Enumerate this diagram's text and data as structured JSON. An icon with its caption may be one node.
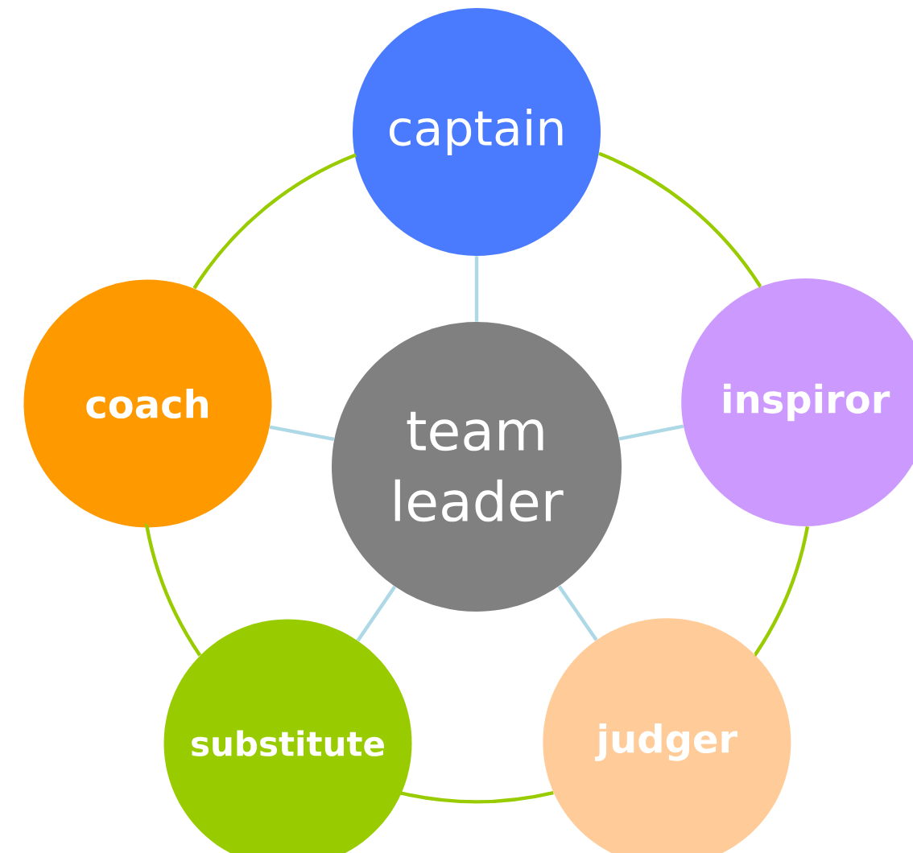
{
  "diagram": {
    "nodes": [
      {
        "text": [
          "captain"
        ]
      },
      {
        "text": [
          "coach"
        ]
      },
      {
        "text": [
          "team leader"
        ]
      },
      {
        "text": [
          "inspiror"
        ]
      },
      {
        "text": [
          "substitute"
        ]
      },
      {
        "text": [
          "judger"
        ]
      }
    ],
    "edges": [
      {
        "from": 2,
        "to": 0,
        "arrow": "none"
      },
      {
        "from": 2,
        "to": 1,
        "arrow": "none"
      },
      {
        "from": 2,
        "to": 3,
        "arrow": "none"
      },
      {
        "from": 2,
        "to": 4,
        "arrow": "none"
      },
      {
        "from": 2,
        "to": 5,
        "arrow": "none"
      },
      {
        "from": 0,
        "to": 3,
        "arrow": "none",
        "color": "#99cc00"
      },
      {
        "from": 3,
        "to": 5,
        "arrow": "none",
        "color": "#99cc00"
      },
      {
        "from": 5,
        "to": 4,
        "arrow": "none",
        "color": "#99cc00"
      },
      {
        "from": 4,
        "to": 1,
        "arrow": "none",
        "color": "#99cc00"
      },
      {
        "from": 1,
        "to": 0,
        "arrow": "none",
        "color": "#99cc00"
      }
    ]
  }
}
